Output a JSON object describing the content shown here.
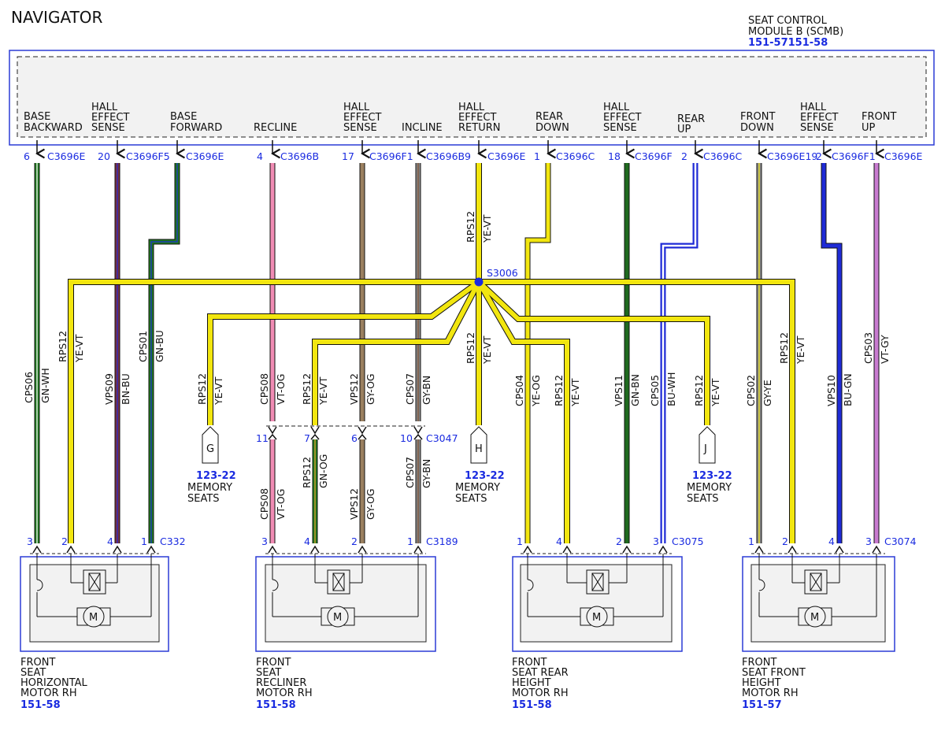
{
  "title": "NAVIGATOR",
  "colors": {
    "module_border": "#2b3bd6",
    "module_fill": "#f2f2f2",
    "pin_text": "#1a2be0",
    "YE": "#f2e60f",
    "GN": "#1f7a1f",
    "BU": "#1f2bd6",
    "VT": "#c87bd0",
    "GY": "#8a8a8a",
    "BN": "#7a4a2a",
    "OG": "#f0a030",
    "PK": "#f090b0",
    "WH": "#ffffff"
  },
  "module": {
    "name_line1": "SEAT CONTROL",
    "name_line2": "MODULE B (SCMB)",
    "ref": "151-57151-58",
    "pins": [
      {
        "id": "base-backward",
        "lines": [
          "BASE",
          "BACKWARD"
        ],
        "pin": "6",
        "conn": "C3696E"
      },
      {
        "id": "hall-effect-sense-1",
        "lines": [
          "HALL",
          "EFFECT",
          "SENSE"
        ],
        "pin": "20",
        "conn": "C3696F5"
      },
      {
        "id": "base-forward",
        "lines": [
          "BASE",
          "FORWARD"
        ],
        "pin": "",
        "conn": "C3696E"
      },
      {
        "id": "recline",
        "lines": [
          "RECLINE"
        ],
        "pin": "4",
        "conn": "C3696B"
      },
      {
        "id": "hall-effect-sense-2",
        "lines": [
          "HALL",
          "EFFECT",
          "SENSE"
        ],
        "pin": "17",
        "conn": "C3696F1"
      },
      {
        "id": "incline",
        "lines": [
          "INCLINE"
        ],
        "pin": "",
        "conn": "C3696B"
      },
      {
        "id": "hall-effect-return",
        "lines": [
          "HALL",
          "EFFECT",
          "RETURN"
        ],
        "pin": "9",
        "conn": "C3696E"
      },
      {
        "id": "rear-down",
        "lines": [
          "REAR",
          "DOWN"
        ],
        "pin": "1",
        "conn": "C3696C"
      },
      {
        "id": "hall-effect-sense-3",
        "lines": [
          "HALL",
          "EFFECT",
          "SENSE"
        ],
        "pin": "18",
        "conn": "C3696F"
      },
      {
        "id": "rear-up",
        "lines": [
          "REAR",
          "UP"
        ],
        "pin": "2",
        "conn": "C3696C"
      },
      {
        "id": "front-down",
        "lines": [
          "FRONT",
          "DOWN"
        ],
        "pin": "",
        "conn": "C3696E19"
      },
      {
        "id": "hall-effect-sense-4",
        "lines": [
          "HALL",
          "EFFECT",
          "SENSE"
        ],
        "pin": "2",
        "conn": "C3696F1"
      },
      {
        "id": "front-up",
        "lines": [
          "FRONT",
          "UP"
        ],
        "pin": "",
        "conn": "C3696E"
      }
    ]
  },
  "splice": {
    "label": "S3006"
  },
  "wires": {
    "cps06": {
      "circuit": "CPS06",
      "color": "GN-WH"
    },
    "rps12_a": {
      "circuit": "RPS12",
      "color": "YE-VT"
    },
    "vps09": {
      "circuit": "VPS09",
      "color": "BN-BU"
    },
    "cps01": {
      "circuit": "CPS01",
      "color": "GN-BU"
    },
    "rps12_g": {
      "circuit": "RPS12",
      "color": "YE-VT"
    },
    "cps08": {
      "circuit": "CPS08",
      "color": "VT-OG"
    },
    "rps12_7": {
      "circuit": "RPS12",
      "color": "YE-VT"
    },
    "vps12": {
      "circuit": "VPS12",
      "color": "GY-OG"
    },
    "cps07": {
      "circuit": "CPS07",
      "color": "GY-BN"
    },
    "rps12_top": {
      "circuit": "RPS12",
      "color": "YE-VT"
    },
    "rps12_h": {
      "circuit": "RPS12",
      "color": "YE-VT"
    },
    "cps04": {
      "circuit": "CPS04",
      "color": "YE-OG"
    },
    "rps12_r": {
      "circuit": "RPS12",
      "color": "YE-VT"
    },
    "vps11": {
      "circuit": "VPS11",
      "color": "GN-BN"
    },
    "cps05": {
      "circuit": "CPS05",
      "color": "BU-WH"
    },
    "rps12_j": {
      "circuit": "RPS12",
      "color": "YE-VT"
    },
    "cps02": {
      "circuit": "CPS02",
      "color": "GY-YE"
    },
    "rps12_f": {
      "circuit": "RPS12",
      "color": "YE-VT"
    },
    "vps10": {
      "circuit": "VPS10",
      "color": "BU-GN"
    },
    "cps03": {
      "circuit": "CPS03",
      "color": "VT-GY"
    },
    "rps12_lower": {
      "circuit": "RPS12",
      "color": "GN-OG"
    },
    "cps08_lower": {
      "circuit": "CPS08",
      "color": "VT-OG"
    },
    "vps12_lower": {
      "circuit": "VPS12",
      "color": "GY-OG"
    },
    "cps07_lower": {
      "circuit": "CPS07",
      "color": "GY-BN"
    }
  },
  "inline_connector": {
    "conn": "C3047",
    "pins": [
      "11",
      "7",
      "6",
      "10"
    ]
  },
  "references": [
    {
      "letter": "G",
      "ref": "123-22",
      "line1": "MEMORY",
      "line2": "SEATS"
    },
    {
      "letter": "H",
      "ref": "123-22",
      "line1": "MEMORY",
      "line2": "SEATS"
    },
    {
      "letter": "J",
      "ref": "123-22",
      "line1": "MEMORY",
      "line2": "SEATS"
    }
  ],
  "motors": [
    {
      "id": "horizontal",
      "conn": "C332",
      "pins": [
        "3",
        "2",
        "4",
        "1"
      ],
      "lines": [
        "FRONT",
        "SEAT",
        "HORIZONTAL",
        "MOTOR RH"
      ],
      "ref": "151-58",
      "m": "M"
    },
    {
      "id": "recliner",
      "conn": "C3189",
      "pins": [
        "3",
        "4",
        "2",
        "1"
      ],
      "lines": [
        "FRONT",
        "SEAT",
        "RECLINER",
        "MOTOR RH"
      ],
      "ref": "151-58",
      "m": "M"
    },
    {
      "id": "rear-height",
      "conn": "C3075",
      "pins": [
        "1",
        "4",
        "2",
        "3"
      ],
      "lines": [
        "FRONT",
        "SEAT REAR",
        "HEIGHT",
        "MOTOR RH"
      ],
      "ref": "151-58",
      "m": "M"
    },
    {
      "id": "front-height",
      "conn": "C3074",
      "pins": [
        "1",
        "2",
        "4",
        "3"
      ],
      "lines": [
        "FRONT",
        "SEAT FRONT",
        "HEIGHT",
        "MOTOR RH"
      ],
      "ref": "151-57",
      "m": "M"
    }
  ]
}
